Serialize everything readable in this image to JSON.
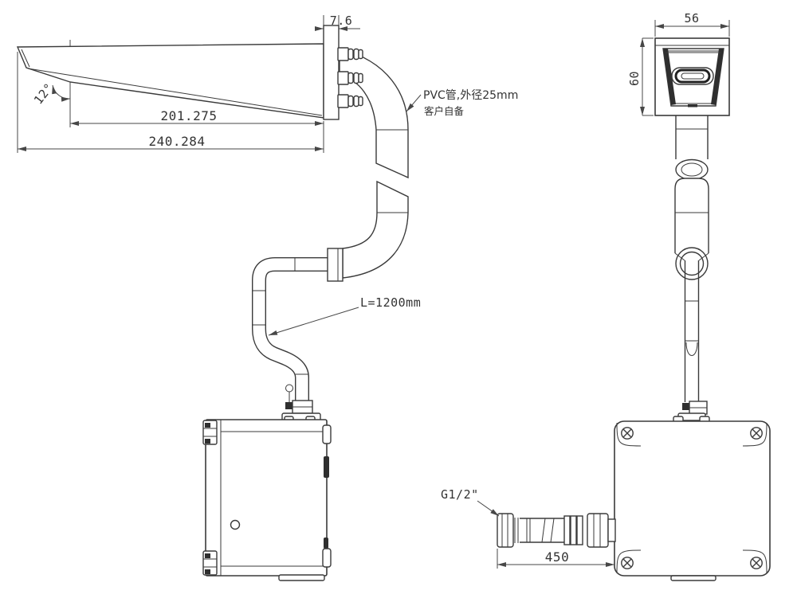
{
  "drawing": {
    "dimensions": {
      "plate_thickness": "7.6",
      "spout_angle": "12°",
      "reach_to_bend": "201.275",
      "reach_overall": "240.284",
      "face_width": "56",
      "face_height": "60",
      "inlet_hose_length": "450"
    },
    "labels": {
      "pvc_note_line1": "PVC管,外径25mm",
      "pvc_note_line2": "客户自备",
      "hose_length": "L=1200mm",
      "inlet_thread": "G1/2\""
    },
    "colors": {
      "line": "#3a3a3a",
      "dim": "#474747",
      "background": "#ffffff"
    }
  }
}
